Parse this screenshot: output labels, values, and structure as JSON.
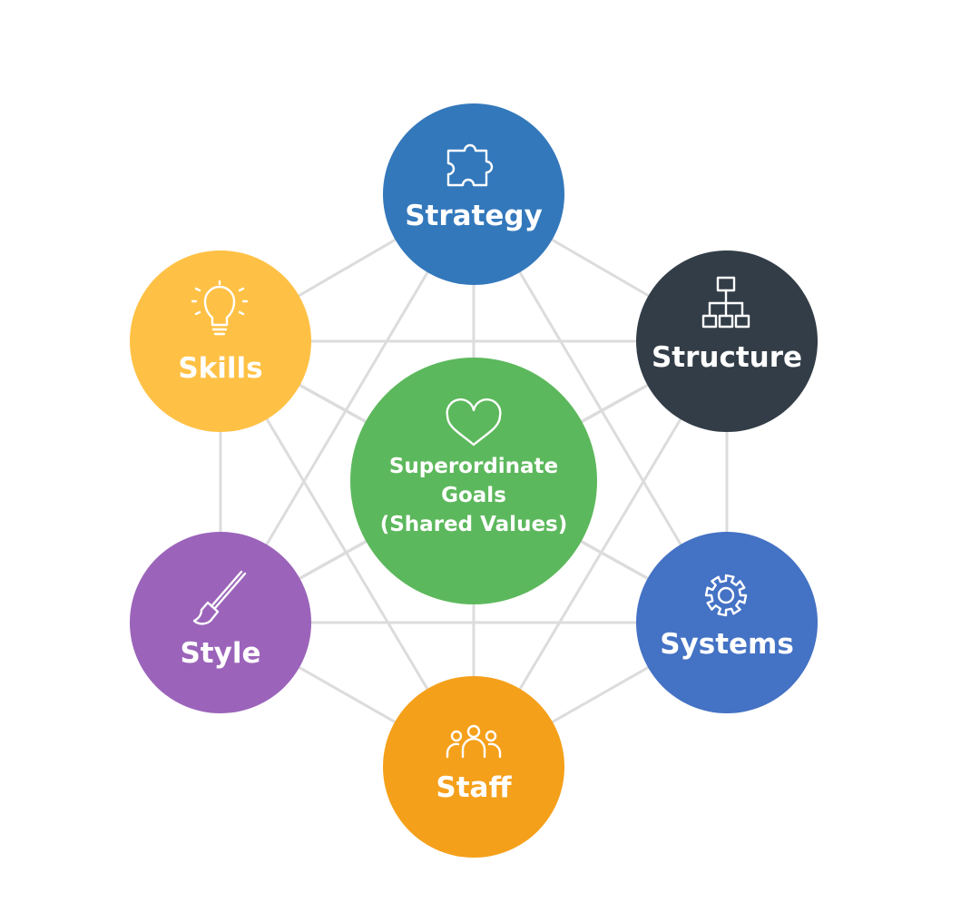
{
  "diagram": {
    "center": {
      "lines": [
        "Superordinate",
        "Goals",
        "(Shared Values)"
      ],
      "color": "#5cb85c",
      "icon": "heart-icon"
    },
    "nodes": [
      {
        "key": "strategy",
        "label": "Strategy",
        "color": "#3378bb",
        "icon": "puzzle-icon"
      },
      {
        "key": "structure",
        "label": "Structure",
        "color": "#333d47",
        "icon": "org-chart-icon"
      },
      {
        "key": "systems",
        "label": "Systems",
        "color": "#4472c4",
        "icon": "gear-icon"
      },
      {
        "key": "staff",
        "label": "Staff",
        "color": "#f5a01a",
        "icon": "people-icon"
      },
      {
        "key": "style",
        "label": "Style",
        "color": "#9b64ba",
        "icon": "paintbrush-icon"
      },
      {
        "key": "skills",
        "label": "Skills",
        "color": "#ffc145",
        "icon": "lightbulb-icon"
      }
    ],
    "connector_color": "#dcdcdc"
  }
}
